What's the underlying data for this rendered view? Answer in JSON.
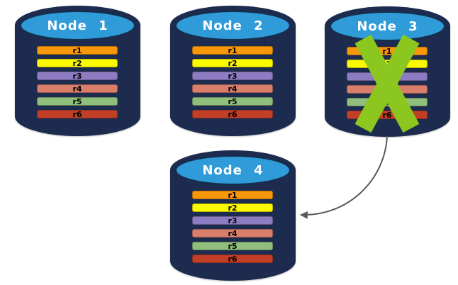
{
  "nodes": [
    {
      "id": "node-1",
      "title": "Node 1",
      "rows": [
        {
          "label": "r1",
          "color": "#F79709"
        },
        {
          "label": "r2",
          "color": "#FBF900"
        },
        {
          "label": "r3",
          "color": "#8E7CC3"
        },
        {
          "label": "r4",
          "color": "#D97E6B"
        },
        {
          "label": "r5",
          "color": "#90BE7C"
        },
        {
          "label": "r6",
          "color": "#C23F27"
        }
      ]
    },
    {
      "id": "node-2",
      "title": "Node 2",
      "rows": [
        {
          "label": "r1",
          "color": "#F79709"
        },
        {
          "label": "r2",
          "color": "#FBF900"
        },
        {
          "label": "r3",
          "color": "#8E7CC3"
        },
        {
          "label": "r4",
          "color": "#D97E6B"
        },
        {
          "label": "r5",
          "color": "#90BE7C"
        },
        {
          "label": "r6",
          "color": "#C23F27"
        }
      ]
    },
    {
      "id": "node-3",
      "title": "Node 3",
      "crossed_out": true,
      "rows": [
        {
          "label": "r1",
          "color": "#F79709"
        },
        {
          "label": "r2",
          "color": "#FBF900"
        },
        {
          "label": "r3",
          "color": "#8E7CC3"
        },
        {
          "label": "r4",
          "color": "#D97E6B"
        },
        {
          "label": "r5",
          "color": "#90BE7C"
        },
        {
          "label": "r6",
          "color": "#C23F27"
        }
      ]
    },
    {
      "id": "node-4",
      "title": "Node 4",
      "rows": [
        {
          "label": "r1",
          "color": "#F79709"
        },
        {
          "label": "r2",
          "color": "#FBF900"
        },
        {
          "label": "r3",
          "color": "#8E7CC3"
        },
        {
          "label": "r4",
          "color": "#D97E6B"
        },
        {
          "label": "r5",
          "color": "#90BE7C"
        },
        {
          "label": "r6",
          "color": "#C23F27"
        }
      ]
    }
  ],
  "overlay": {
    "crossed_out_node": "Node 3",
    "x_mark_color": "#8CC71F"
  },
  "arrow": {
    "from": "Node 3",
    "to": "Node 4",
    "color": "#595959"
  },
  "style_colors": {
    "cylinder_body": "#1C2B4E",
    "cylinder_top": "#2F9BD8",
    "title_text": "#FFFFFF",
    "row_text": "#000000",
    "background": "#FFFFFF"
  }
}
